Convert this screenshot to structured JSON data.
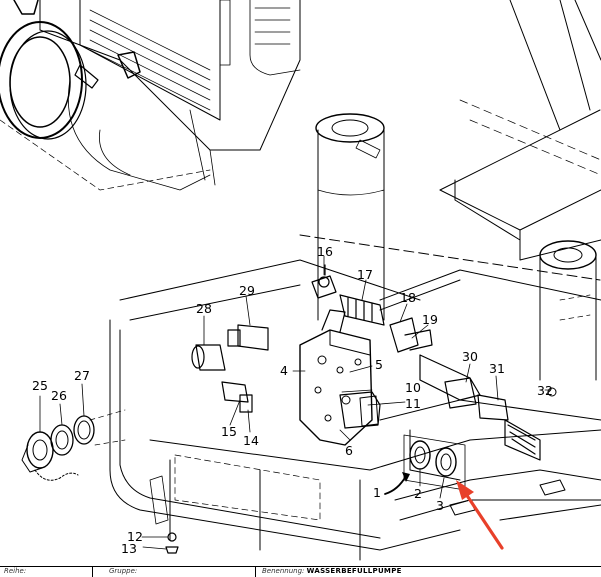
{
  "callouts": [
    "1",
    "2",
    "3",
    "4",
    "5",
    "6",
    "10",
    "11",
    "12",
    "13",
    "14",
    "15",
    "16",
    "17",
    "18",
    "19",
    "25",
    "26",
    "27",
    "28",
    "29",
    "30",
    "31",
    "32"
  ],
  "title_block": {
    "reihe_label": "Reihe:",
    "gruppe_label": "Gruppe:",
    "benennung_label": "Benennung:",
    "benennung_value": "WASSERBEFÜLLPUMPE"
  },
  "colors": {
    "line": "#000000",
    "arrow": "#e8402a"
  }
}
